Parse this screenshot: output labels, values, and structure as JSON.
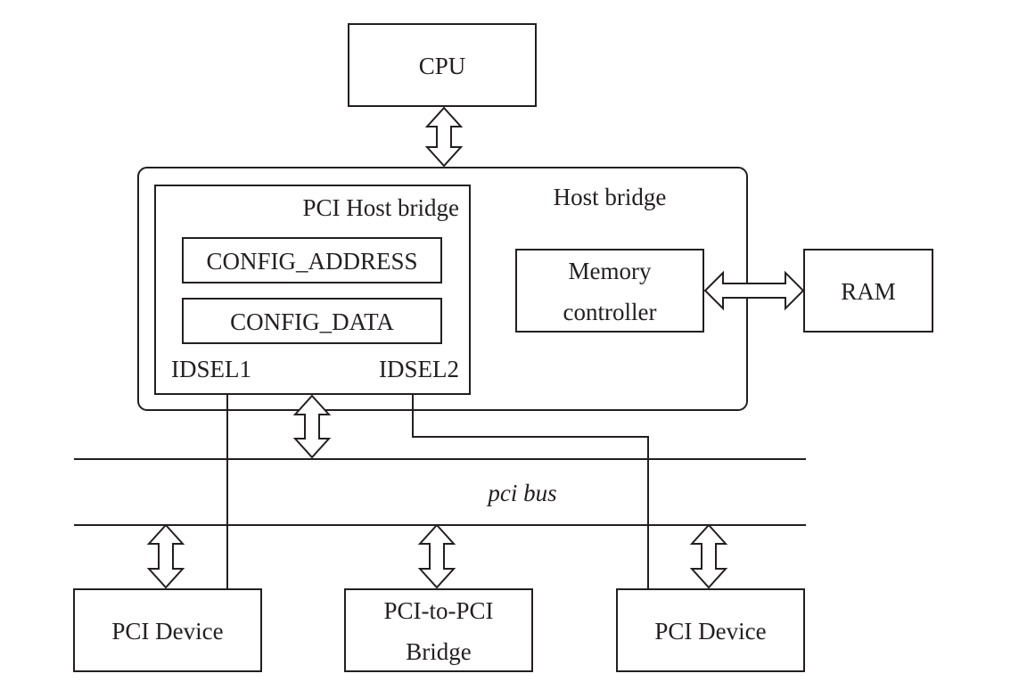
{
  "nodes": {
    "cpu": "CPU",
    "host_bridge": "Host bridge",
    "pci_host_bridge": "PCI Host bridge",
    "config_address": "CONFIG_ADDRESS",
    "config_data": "CONFIG_DATA",
    "idsel1": "IDSEL1",
    "idsel2": "IDSEL2",
    "memory_controller_line1": "Memory",
    "memory_controller_line2": "controller",
    "ram": "RAM",
    "pci_bus": "pci bus",
    "pci_device_left": "PCI Device",
    "pci_to_pci_line1": "PCI-to-PCI",
    "pci_to_pci_line2": "Bridge",
    "pci_device_right": "PCI Device"
  }
}
